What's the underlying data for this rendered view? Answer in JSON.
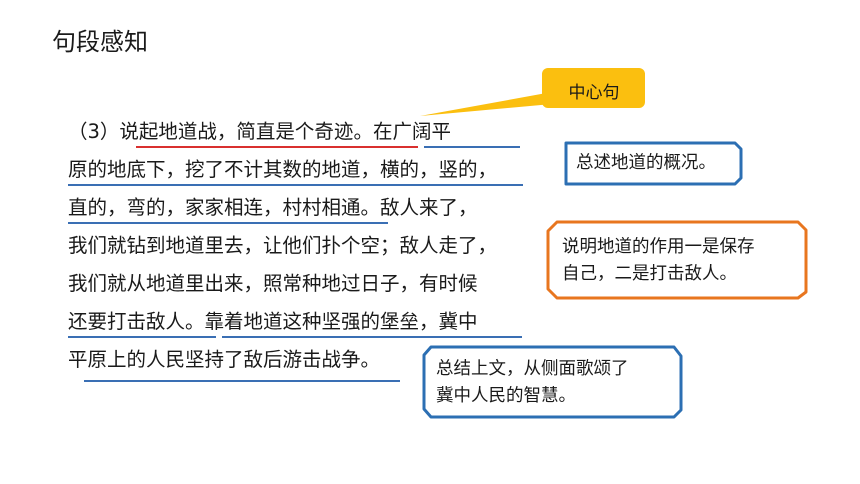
{
  "title": "句段感知",
  "callout_center": "中心句",
  "paragraph": {
    "lines": [
      {
        "prefix": "（3）",
        "a": "说起地道战，简直是个奇迹",
        "b": "。",
        "c": "在广阔平"
      },
      {
        "text": "原的地底下，挖了不计其数的地道，横的，竖的，"
      },
      {
        "a": "直的，弯的，家家相连，村村相通",
        "b": "。敌人来了，"
      },
      {
        "text": "我们就钻到地道里去，让他们扑个空；敌人走了，"
      },
      {
        "text": "我们就从地道里出来，照常种地过日子，有时候"
      },
      {
        "a": "还要打击敌人",
        "b": "。",
        "c": "靠着地道这种坚强的堡垒，冀中"
      },
      {
        "a": "平原上的人民坚持了敌后游击战争",
        "b": "。"
      }
    ]
  },
  "notes": {
    "overview": "总述地道的概况。",
    "function_line1": "说明地道的作用一是保存",
    "function_line2": "自己，二是打击敌人。",
    "summary_line1": "总结上文，从侧面歌颂了",
    "summary_line2": "冀中人民的智慧。"
  },
  "colors": {
    "accent_yellow": "#fbbf0f",
    "underline_red": "#d9302f",
    "underline_blue": "#3a6fb4",
    "box_blue": "#2c6fb3",
    "box_orange": "#e8761f"
  }
}
